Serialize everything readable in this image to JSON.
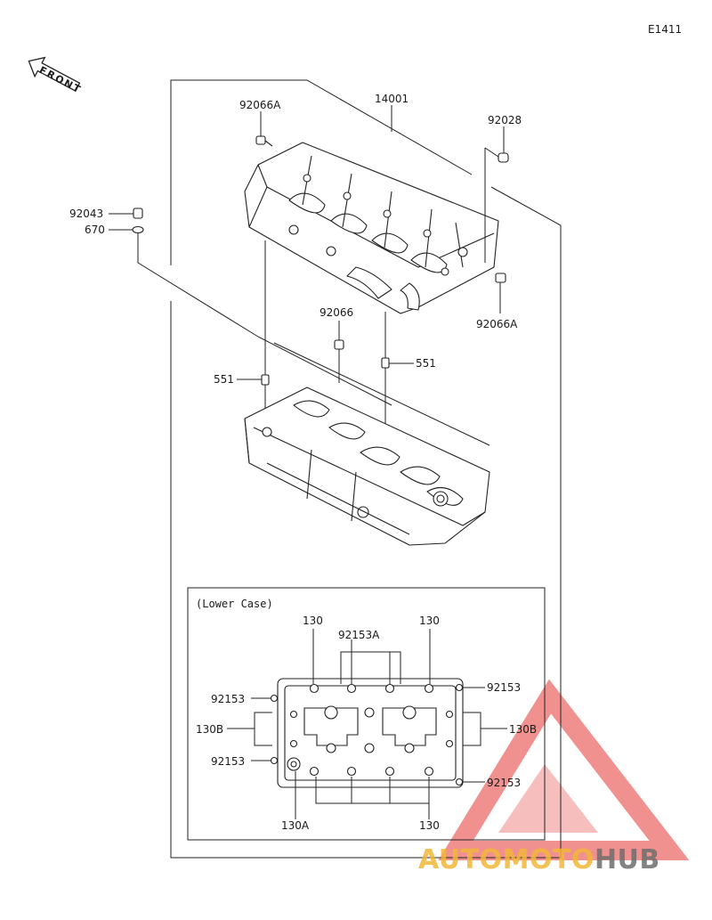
{
  "diagram_code": "E1411",
  "front_label": "FRONT",
  "inset_title": "(Lower Case)",
  "parts": {
    "crankcase_set": "14001",
    "cap_92066A_top": "92066A",
    "cap_92066A_right": "92066A",
    "cap_92028": "92028",
    "plug_92043": "92043",
    "oring_670": "670",
    "cap_92066": "92066",
    "dowel_551_left": "551",
    "dowel_551_right": "551"
  },
  "inset_labels": {
    "bolt_130_left": "130",
    "bolt_130_right": "130",
    "bolt_92153A": "92153A",
    "bolt_92153_left_top": "92153",
    "bolt_92153_right_top": "92153",
    "bolt_130B_left": "130B",
    "bolt_130B_right": "130B",
    "bolt_92153_left_bottom": "92153",
    "bolt_92153_right_bottom": "92153",
    "bolt_130A": "130A",
    "bolt_130_bottom": "130"
  },
  "watermark": {
    "part1": "AUTOMOTO",
    "part2": "HUB",
    "color_accent": "#e53935",
    "color_yellow": "#f3b73a"
  }
}
